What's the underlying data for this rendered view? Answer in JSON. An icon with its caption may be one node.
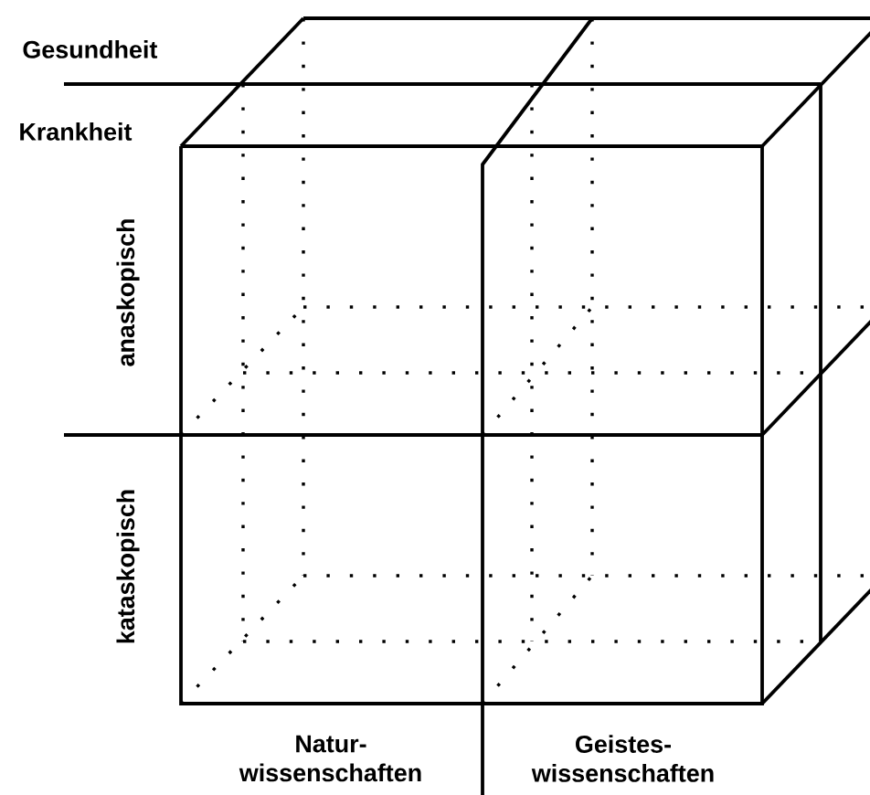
{
  "diagram": {
    "labels": [
      "Gesundheit",
      "Krankheit",
      "anaskopisch",
      "kataskopisch",
      "Natur- wissenschaften",
      "Geistes- wissenschaften"
    ]
  }
}
